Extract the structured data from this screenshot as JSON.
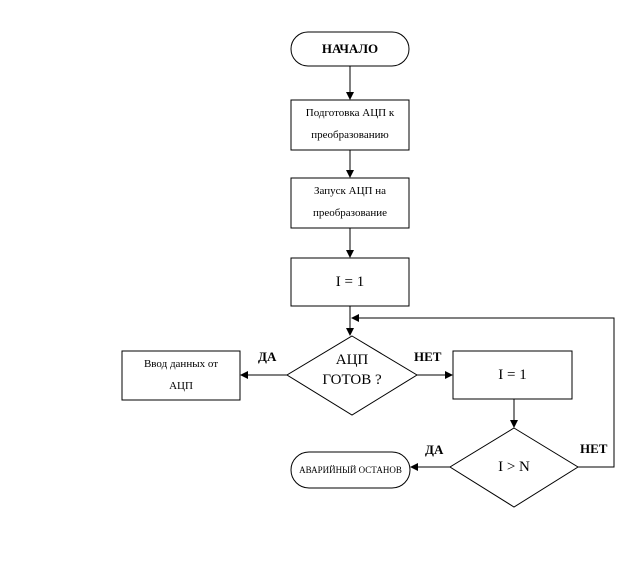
{
  "nodes": {
    "start": "НАЧАЛО",
    "prepare": [
      "Подготовка АЦП к",
      "преобразованию"
    ],
    "launch": [
      "Запуск  АЦП на",
      "преобразование"
    ],
    "init": "I = 1",
    "ready_check": [
      "АЦП",
      "ГОТОВ ?"
    ],
    "input": [
      "Ввод данных от",
      "АЦП"
    ],
    "increment": "I = 1",
    "limit_check": "I > N",
    "emergency": "АВАРИЙНЫЙ ОСТАНОВ"
  },
  "edges": {
    "ready_yes": "ДА",
    "ready_no": "НЕТ",
    "limit_yes": "ДА",
    "limit_no": "НЕТ"
  }
}
